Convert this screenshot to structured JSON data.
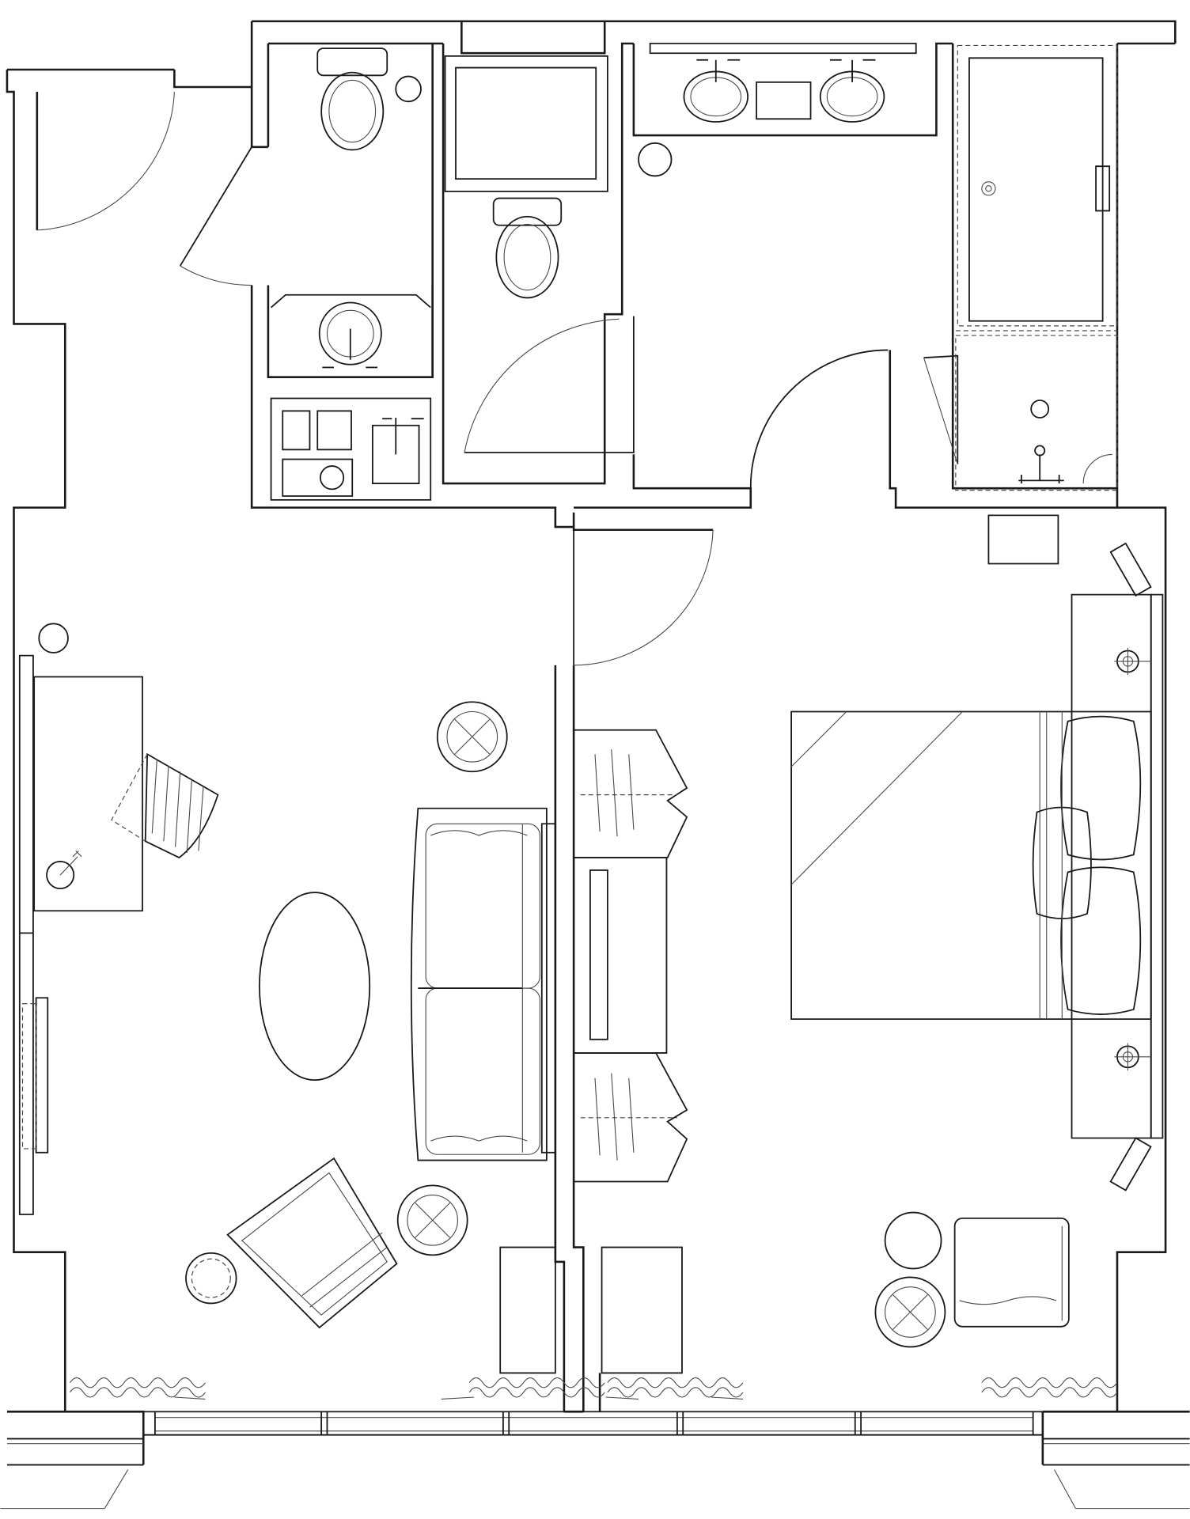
{
  "drawing": {
    "kind": "floor-plan",
    "stroke_color": "#1a1a1a",
    "background_color": "#ffffff",
    "rooms": [
      "entry",
      "powder-room",
      "water-closet",
      "bathroom",
      "shower",
      "living-room",
      "bedroom"
    ],
    "furniture": [
      "desk",
      "desk-chair",
      "sofa",
      "oval-coffee-table",
      "lounge-chair",
      "side-table",
      "bed",
      "nightstand",
      "armchair",
      "media-console",
      "wardrobe"
    ],
    "icons": [
      "toilet-icon",
      "sink-icon",
      "lamp-icon",
      "door-swing-icon",
      "curtain-icon",
      "window-icon"
    ]
  }
}
